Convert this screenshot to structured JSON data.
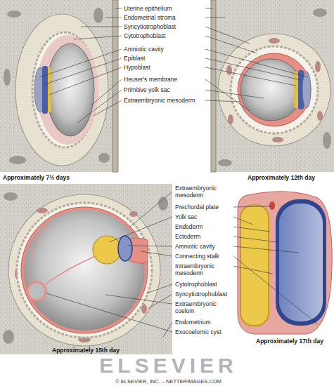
{
  "diagram": {
    "labels": [
      "Uterine epithelium",
      "Endometrial stroma",
      "Syncytiotrophoblast",
      "Cytotrophoblast",
      "Amniotic cavity",
      "Epiblast",
      "Hypoblast",
      "Heuser's membrane",
      "Primitive yolk sac",
      "Extraembryonic mesoderm",
      "Approximately 7½ days",
      "Approximately 12th day",
      "Extraembryonic mesoderm",
      "Prechordal plate",
      "Yolk sac",
      "Endoderm",
      "Ectoderm",
      "Amniotic cavity",
      "Connecting stalk",
      "Intraembryonic mesoderm",
      "Cytotrophoblast",
      "Syncytiotrophoblast",
      "Extraembryonic coelom",
      "Endometrium",
      "Exocoelomic cyst",
      "Approximately 15th day",
      "Approximately 17th day",
      "© ELSEVIER, INC. – NETTERIMAGES.COM",
      "ELSEVIER"
    ]
  }
}
